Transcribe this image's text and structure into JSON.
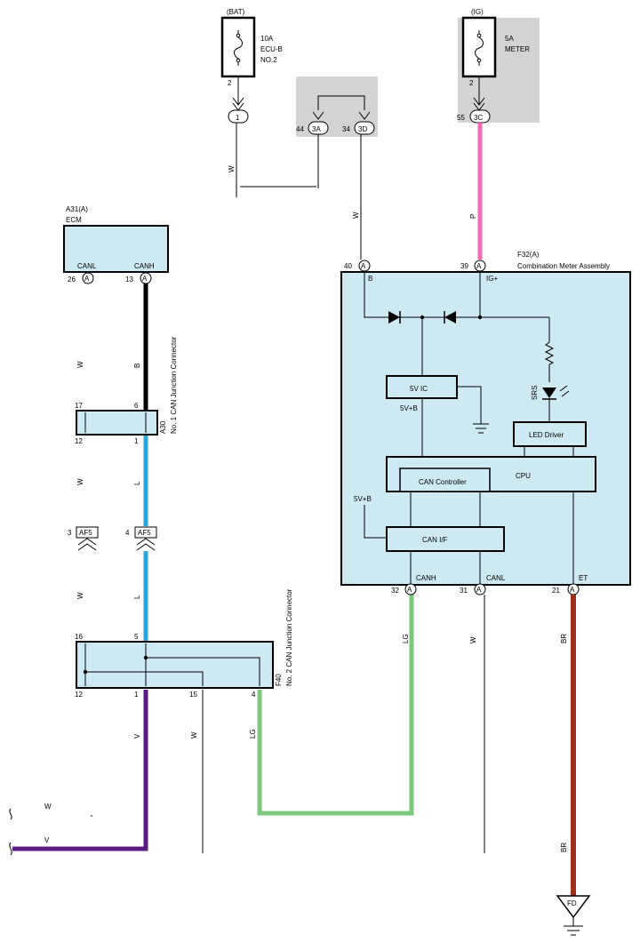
{
  "colors": {
    "box_fill": "#cdeaf2",
    "ig_box": "#d3d3d3",
    "wire_pink": "#f06bb4",
    "wire_black": "#000000",
    "wire_blue": "#2aa8d8",
    "wire_green": "#7cc97c",
    "wire_purple": "#5b1c80",
    "wire_brown": "#a0301a"
  },
  "fuses": {
    "bat": {
      "source": "(BAT)",
      "rating": "10A",
      "name1": "ECU-B",
      "name2": "NO.2",
      "pin": "2"
    },
    "ig": {
      "source": "(IG)",
      "rating": "5A",
      "name1": "METER",
      "pin": "2"
    }
  },
  "junction_pins": {
    "j1": "1",
    "j3a": {
      "pin": "44",
      "label": "3A"
    },
    "j3d": {
      "pin": "34",
      "label": "3D"
    },
    "j3c": {
      "pin": "55",
      "label": "3C"
    }
  },
  "wire_labels": {
    "w_bat": "W",
    "w_3d": "W",
    "p_ig": "P",
    "w_ecm": "W",
    "b_ecm": "B",
    "w_a30": "W",
    "l_a30": "L",
    "w_af5": "W",
    "l_af5": "L",
    "v_f40": "V",
    "w_f40": "W",
    "lg_f40": "LG",
    "lg_canh": "LG",
    "w_canl": "W",
    "br_et": "BR",
    "br_bottom": "BR",
    "w_left": "W",
    "v_left": "V"
  },
  "ecm": {
    "ref": "A31(A)",
    "name": "ECM",
    "canl": "CANL",
    "canh": "CANH",
    "pin_canl": "26",
    "pin_canh": "13",
    "conn": "A"
  },
  "a30": {
    "ref": "A30",
    "name": "No. 1 CAN Junction Connector",
    "pins": [
      "17",
      "6",
      "12",
      "1"
    ]
  },
  "af5": {
    "label": "AF5",
    "pin_left": "3",
    "pin_right": "4"
  },
  "f40": {
    "ref": "F40",
    "name": "No. 2 CAN Junction Connector",
    "pins": [
      "16",
      "5",
      "12",
      "1",
      "15",
      "4"
    ]
  },
  "meter": {
    "ref": "F32(A)",
    "name": "Combination Meter Assembly",
    "pin_b": "40",
    "pin_ig": "39",
    "label_b": "B",
    "label_ig": "IG+",
    "conn": "A",
    "ic": "5V IC",
    "v5b": "5V+B",
    "v5b2": "5V+B",
    "srs": "SRS",
    "led_driver": "LED Driver",
    "cpu": "CPU",
    "can_controller": "CAN Controller",
    "can_if": "CAN I/F",
    "canh": "CANH",
    "canl": "CANL",
    "et": "ET",
    "pin_canh": "32",
    "pin_canl": "31",
    "pin_et": "21"
  },
  "ground": {
    "label": "FD"
  }
}
